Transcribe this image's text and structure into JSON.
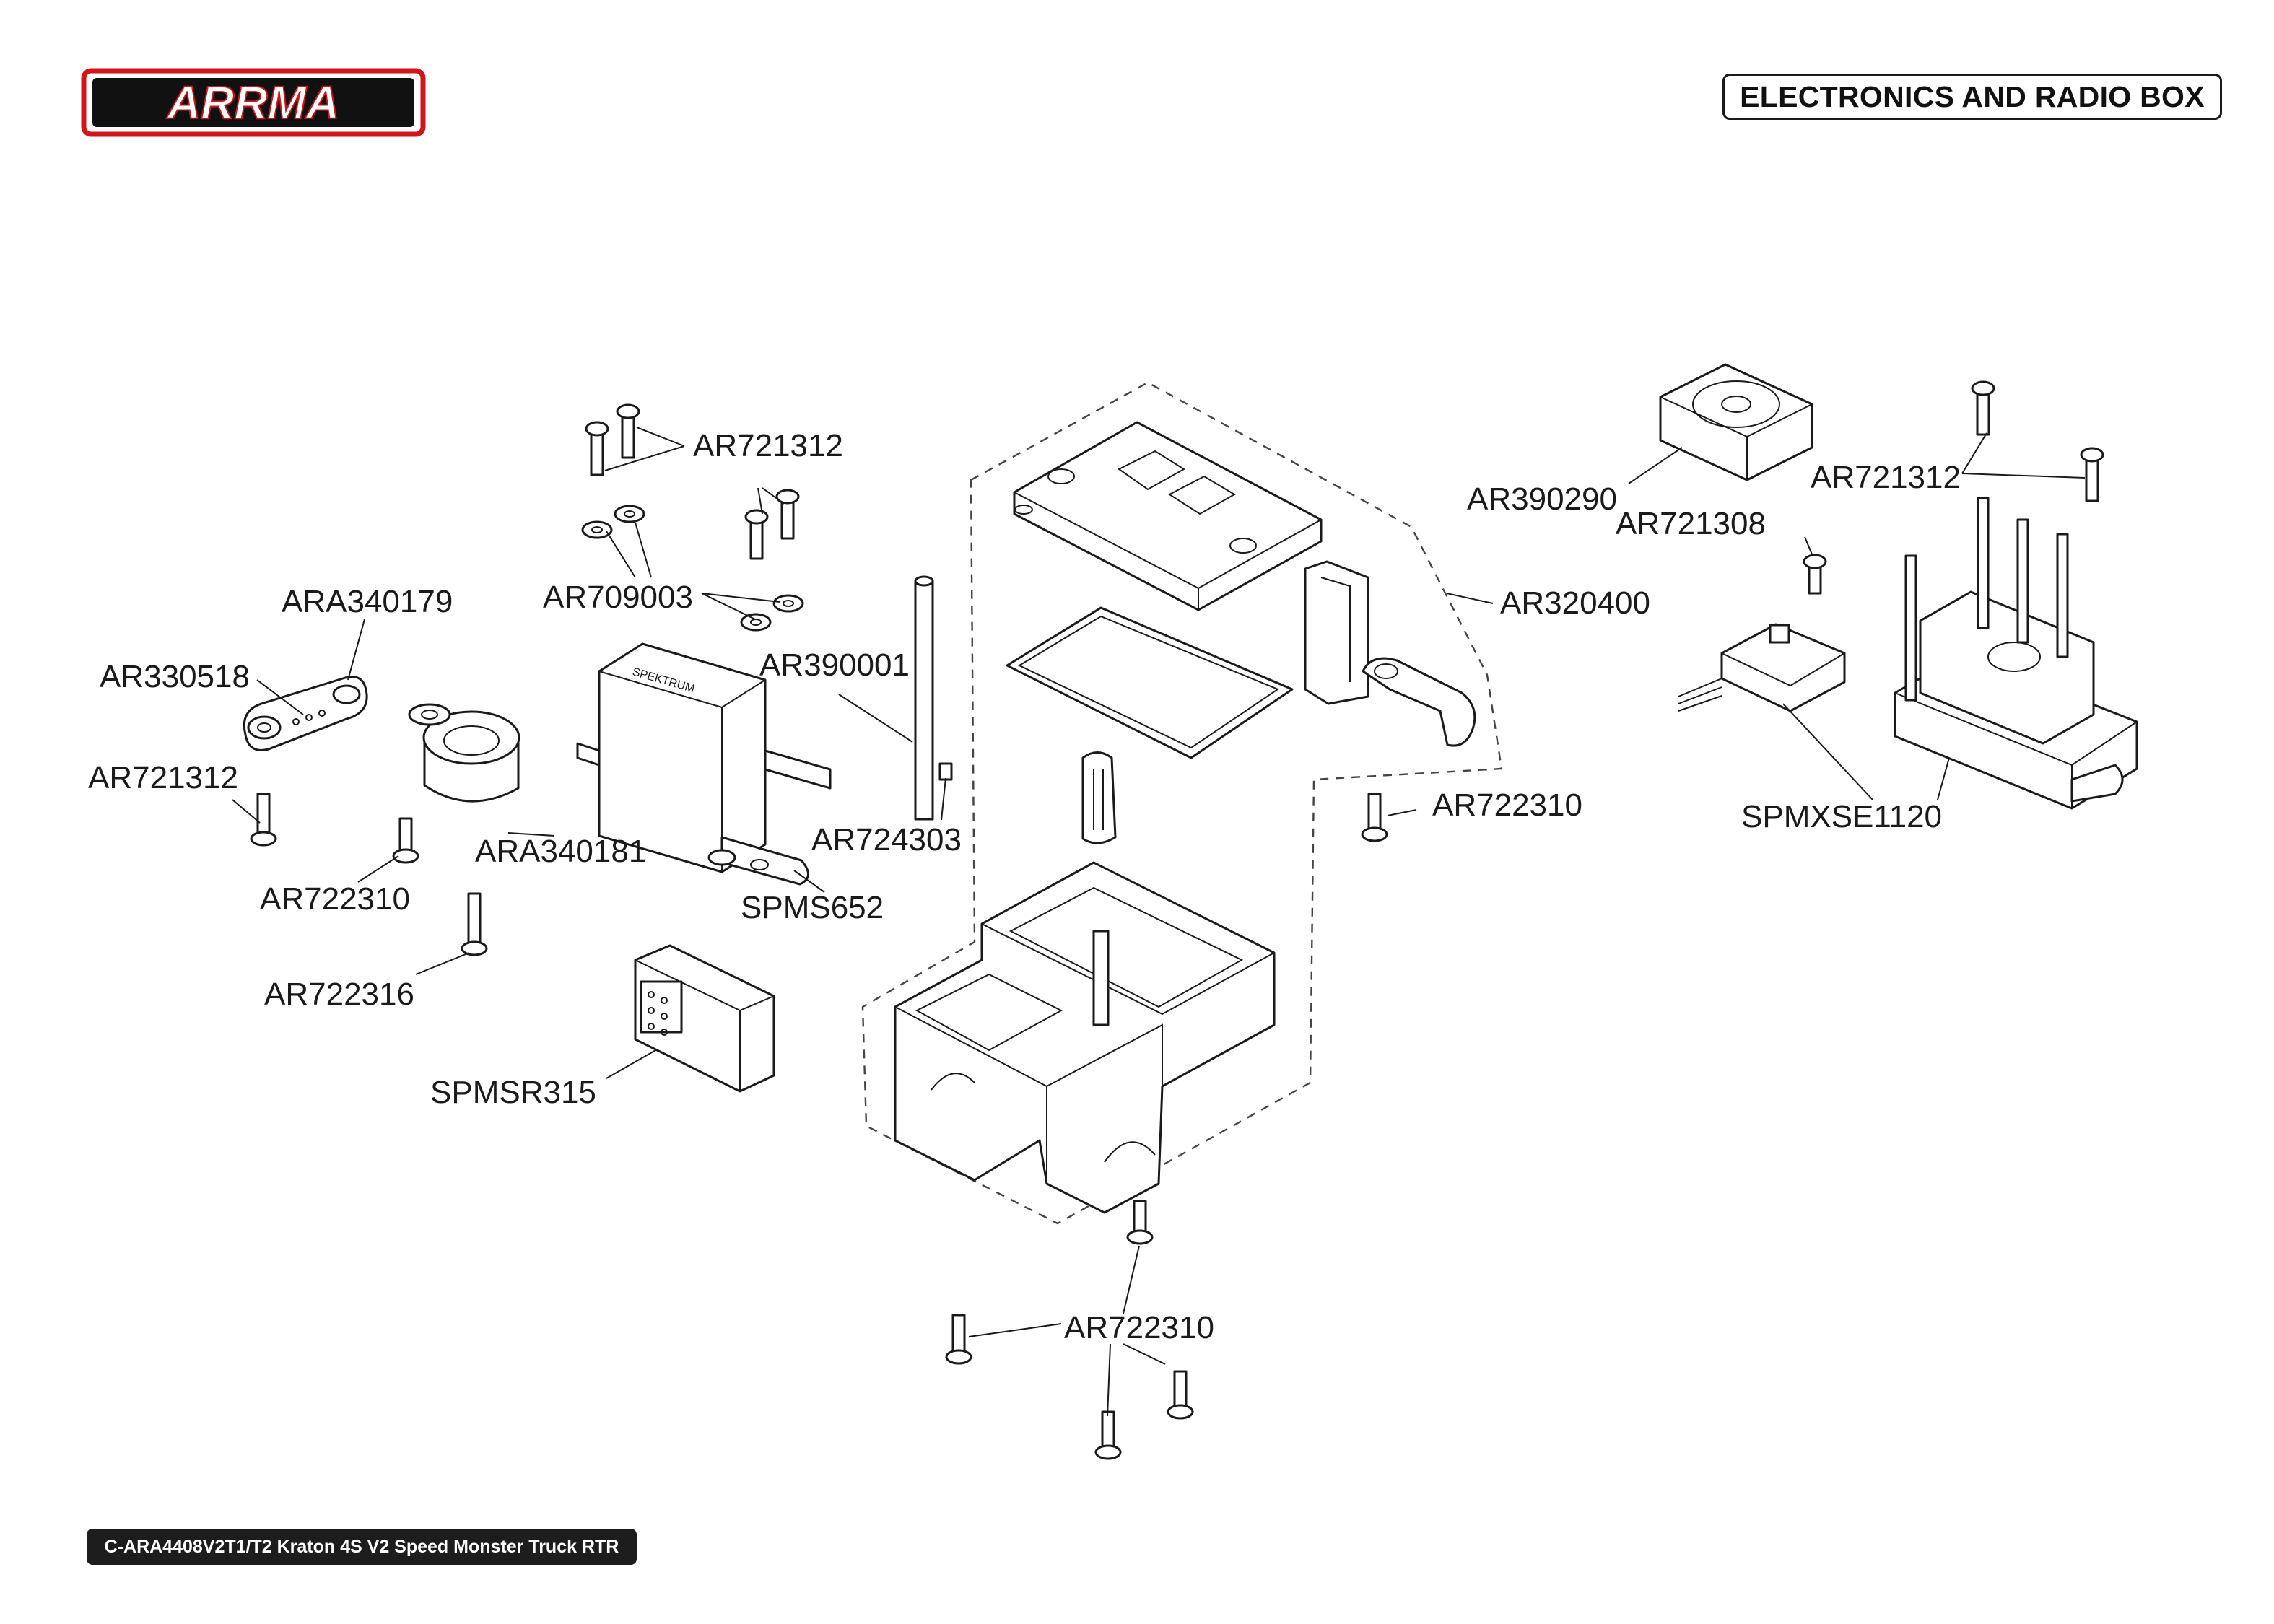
{
  "brand": {
    "logo_text": "ARRMA"
  },
  "page_title": "ELECTRONICS AND RADIO BOX",
  "footer_text": "C-ARA4408V2T1/T2 Kraton 4S V2 Speed Monster Truck RTR",
  "part_labels": [
    {
      "id": "p1",
      "text": "AR721312"
    },
    {
      "id": "p2",
      "text": "AR709003"
    },
    {
      "id": "p3",
      "text": "ARA340179"
    },
    {
      "id": "p4",
      "text": "AR330518"
    },
    {
      "id": "p5",
      "text": "AR721312"
    },
    {
      "id": "p6",
      "text": "AR722310"
    },
    {
      "id": "p7",
      "text": "ARA340181"
    },
    {
      "id": "p8",
      "text": "AR722316"
    },
    {
      "id": "p9",
      "text": "AR390001"
    },
    {
      "id": "p10",
      "text": "AR724303"
    },
    {
      "id": "p11",
      "text": "SPMS652"
    },
    {
      "id": "p12",
      "text": "SPMSR315"
    },
    {
      "id": "p13",
      "text": "AR320400"
    },
    {
      "id": "p14",
      "text": "AR722310"
    },
    {
      "id": "p15",
      "text": "AR722310"
    },
    {
      "id": "p16",
      "text": "AR390290"
    },
    {
      "id": "p17",
      "text": "AR721308"
    },
    {
      "id": "p18",
      "text": "AR721312"
    },
    {
      "id": "p19",
      "text": "SPMXSE1120"
    }
  ]
}
